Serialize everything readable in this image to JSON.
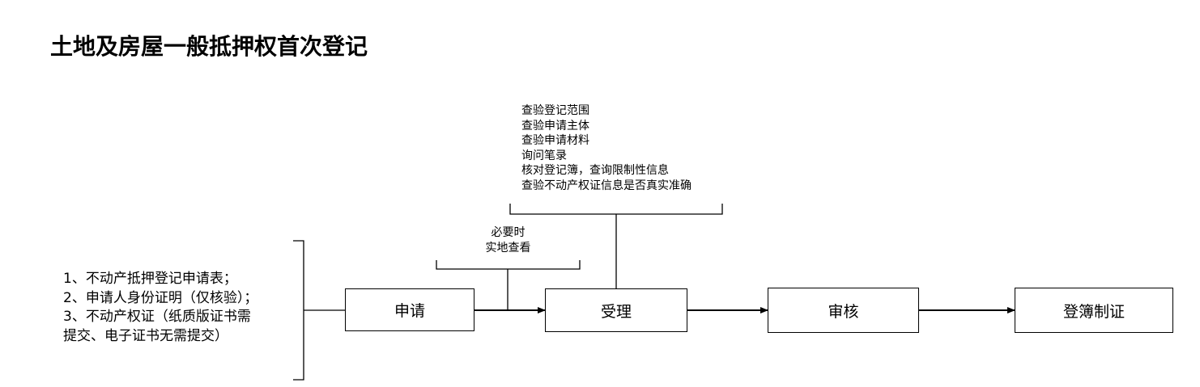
{
  "title": "土地及房屋一般抵押权首次登记",
  "steps": [
    {
      "label": "申请"
    },
    {
      "label": "受理"
    },
    {
      "label": "审核"
    },
    {
      "label": "登簿制证"
    }
  ],
  "materials": [
    "1、不动产抵押登记申请表；",
    "2、申请人身份证明（仅核验）；",
    "3、不动产权证（纸质版证书需",
    "提交、电子证书无需提交）"
  ],
  "acceptance_checks": [
    "查验登记范围",
    "查验申请主体",
    "查验申请材料",
    "询问笔录",
    "核对登记簿，查询限制性信息",
    "查验不动产权证信息是否真实准确"
  ],
  "onsite_note": [
    "必要时",
    "实地查看"
  ],
  "colors": {
    "line": "#000000",
    "background": "#ffffff"
  }
}
